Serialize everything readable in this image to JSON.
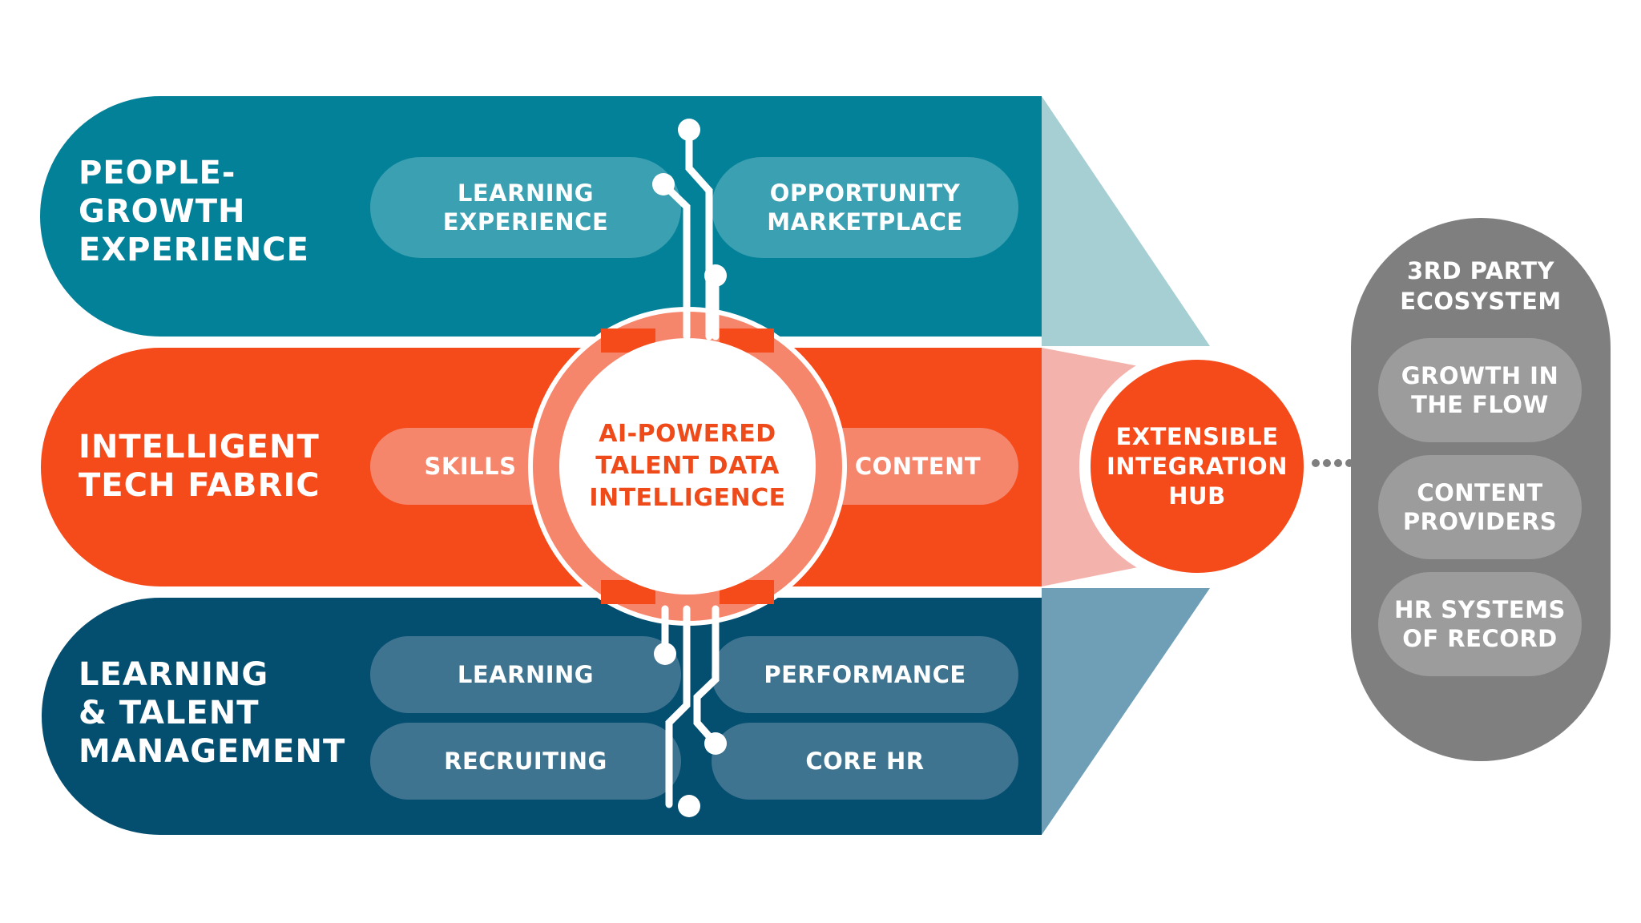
{
  "colors": {
    "teal": "#038198",
    "teal_pill": "#3ba0b1",
    "orange": "#f54a1a",
    "orange_pill": "#f6866b",
    "navy": "#044e70",
    "navy_pill": "#3e7490",
    "grey": "#7f7f7f",
    "grey_pill": "#9c9c9c",
    "funnel_teal": "#a6cfd4",
    "funnel_pink": "#f3b2ac",
    "funnel_blue": "#6f9fb7",
    "center_text": "#ef4a1a"
  },
  "bands": {
    "top": {
      "title": [
        "PEOPLE-",
        "GROWTH",
        "EXPERIENCE"
      ],
      "pills": [
        [
          "LEARNING",
          "EXPERIENCE"
        ],
        [
          "OPPORTUNITY",
          "MARKETPLACE"
        ]
      ]
    },
    "middle": {
      "title": [
        "INTELLIGENT",
        "TECH FABRIC"
      ],
      "pills": [
        [
          "SKILLS"
        ],
        [
          "CONTENT"
        ]
      ]
    },
    "bottom": {
      "title": [
        "LEARNING",
        "& TALENT",
        "MANAGEMENT"
      ],
      "pills": [
        [
          "LEARNING"
        ],
        [
          "PERFORMANCE"
        ],
        [
          "RECRUITING"
        ],
        [
          "CORE HR"
        ]
      ]
    }
  },
  "center": {
    "lines": [
      "AI-POWERED",
      "TALENT DATA",
      "INTELLIGENCE"
    ]
  },
  "hub": {
    "lines": [
      "EXTENSIBLE",
      "INTEGRATION",
      "HUB"
    ]
  },
  "ecosystem": {
    "title": [
      "3RD PARTY",
      "ECOSYSTEM"
    ],
    "pills": [
      [
        "GROWTH IN",
        "THE FLOW"
      ],
      [
        "CONTENT",
        "PROVIDERS"
      ],
      [
        "HR SYSTEMS",
        "OF RECORD"
      ]
    ]
  }
}
